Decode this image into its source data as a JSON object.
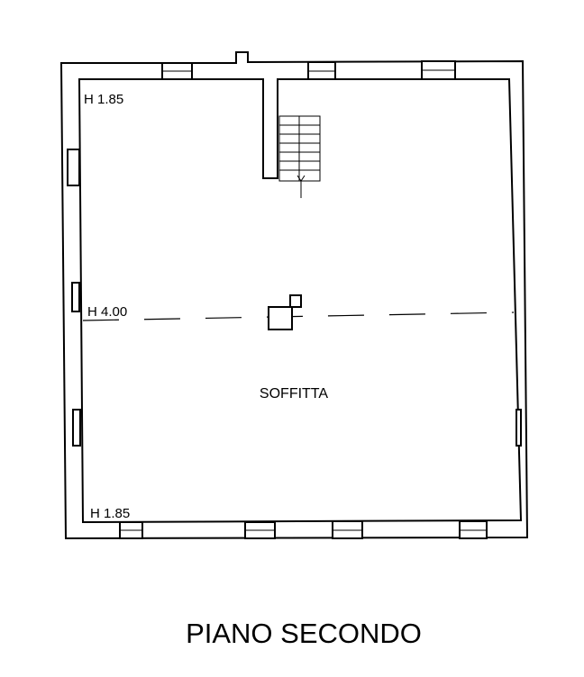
{
  "plan": {
    "title": "PIANO SECONDO",
    "room_label": "SOFFITTA",
    "height_top": "H 1.85",
    "height_middle": "H 4.00",
    "height_bottom": "H 1.85"
  },
  "colors": {
    "line": "#000000",
    "background": "#ffffff"
  }
}
